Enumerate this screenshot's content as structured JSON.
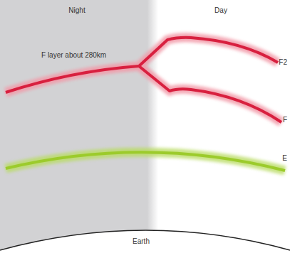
{
  "diagram": {
    "labels": [
      "Night",
      "Day",
      "F layer about 280km",
      "F2",
      "F",
      "E",
      "Earth"
    ]
  }
}
